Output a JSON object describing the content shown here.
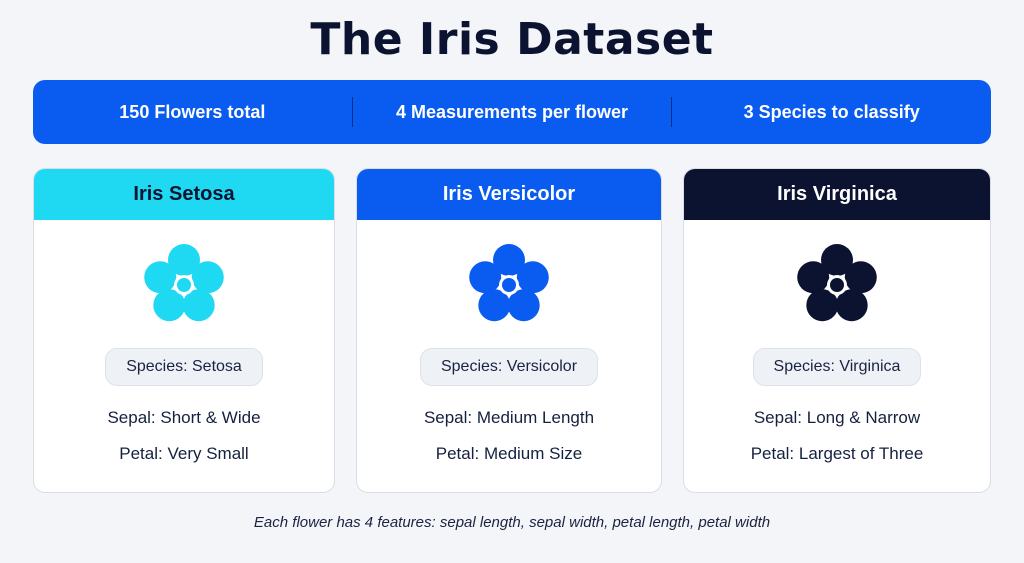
{
  "title": "The Iris Dataset",
  "stats": [
    {
      "label": "150 Flowers total"
    },
    {
      "label": "4 Measurements per flower"
    },
    {
      "label": "3 Species to classify"
    }
  ],
  "cards": [
    {
      "name": "Iris Setosa",
      "species": "Species: Setosa",
      "sepal": "Sepal: Short & Wide",
      "petal": "Petal: Very Small",
      "header_color": "#1fd8f2",
      "header_text_color": "#0c1330",
      "flower_color": "#1fd8f2"
    },
    {
      "name": "Iris Versicolor",
      "species": "Species: Versicolor",
      "sepal": "Sepal: Medium Length",
      "petal": "Petal: Medium Size",
      "header_color": "#0a5cf0",
      "header_text_color": "#ffffff",
      "flower_color": "#0a5cf0"
    },
    {
      "name": "Iris Virginica",
      "species": "Species: Virginica",
      "sepal": "Sepal: Long & Narrow",
      "petal": "Petal: Largest of Three",
      "header_color": "#0c1330",
      "header_text_color": "#ffffff",
      "flower_color": "#0c1330"
    }
  ],
  "footer": "Each flower has 4 features: sepal length, sepal width, petal length, petal width"
}
